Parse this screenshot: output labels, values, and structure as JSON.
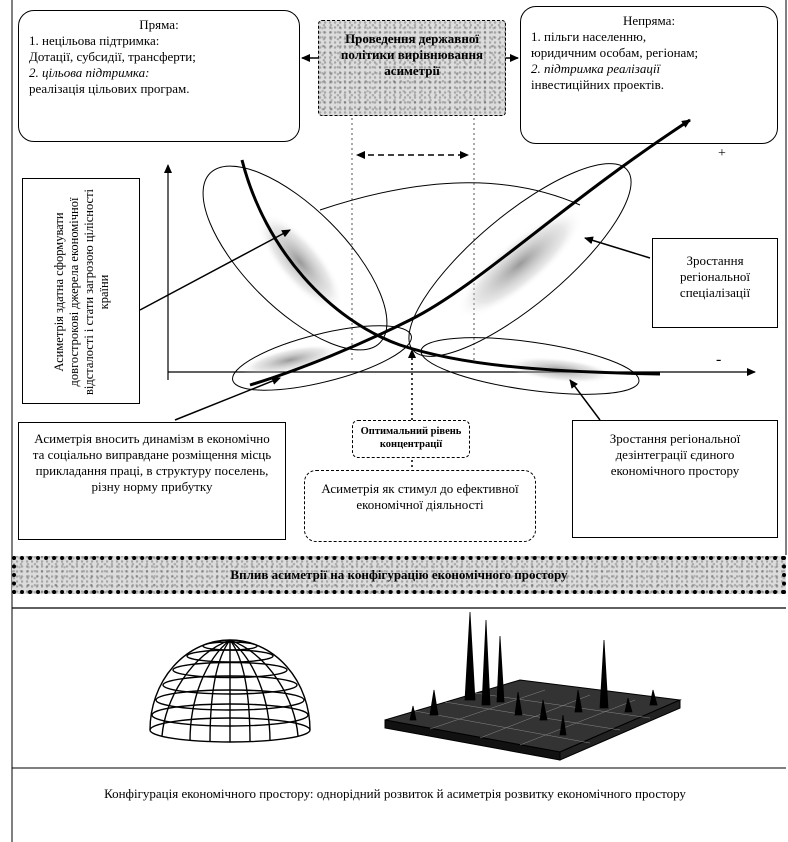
{
  "top": {
    "direct": {
      "title": "Пряма:",
      "line1": "1. нецільова підтримка:",
      "line2": "Дотації, субсидії, трансферти;",
      "line3": "2. цільова підтримка:",
      "line4": "реалізація цільових програм."
    },
    "center": {
      "text": "Проведення державної політики вирівнювання асиметрії"
    },
    "indirect": {
      "title": "Непряма:",
      "line1": "1. пільги населенню,",
      "line2": "юридичним особам, регіонам;",
      "line3": "2. підтримка реалізації",
      "line4": "інвестиційних проектів."
    }
  },
  "graph": {
    "plus": "+",
    "minus": "-",
    "left_vertical": "Асиметрія здатна сформувати довгострокові джерела економічної відсталості і стати загрозою цілісності країни",
    "right_label": "Зростання регіональної спеціалізації",
    "optimal_label": "Оптимальний рівень концентрації"
  },
  "bottom_boxes": {
    "left": "Асиметрія вносить динамізм в економічно та соціально виправдане розміщення місць прикладання праці, в структуру поселень, різну норму прибутку",
    "center": "Асиметрія як стимул до ефективної економічної діяльності",
    "right": "Зростання регіональної дезінтеграції єдиного економічного простору"
  },
  "band": {
    "text": "Вплив асиметрії на конфігурацію економічного простору"
  },
  "footer": {
    "caption": "Конфігурація економічного простору: однорідний розвиток й асиметрія розвитку економічного простору"
  }
}
